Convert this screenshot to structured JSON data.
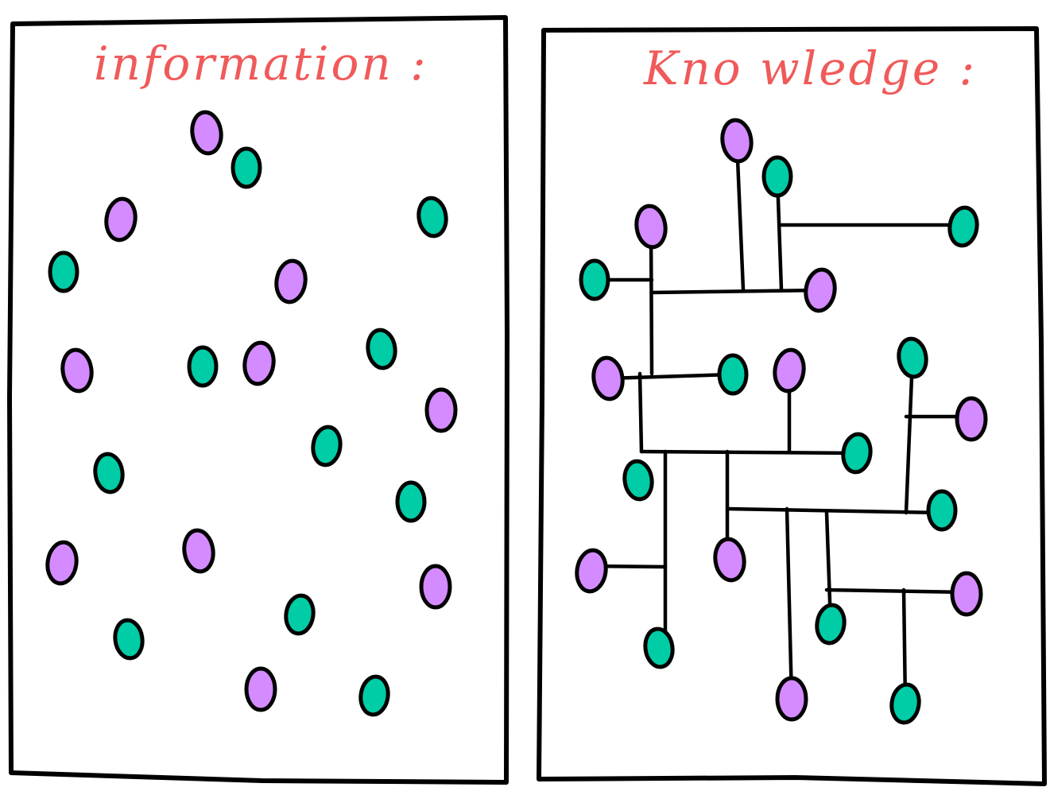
{
  "colors": {
    "title": "#f05a5a",
    "purple": "#d48bff",
    "teal": "#00cca6",
    "outline": "#000000"
  },
  "panels": [
    {
      "title": "information :",
      "dots": [
        {
          "c": "purple"
        },
        {
          "c": "teal"
        },
        {
          "c": "purple"
        },
        {
          "c": "teal"
        },
        {
          "c": "teal"
        },
        {
          "c": "purple"
        },
        {
          "c": "purple"
        },
        {
          "c": "teal"
        },
        {
          "c": "purple"
        },
        {
          "c": "teal"
        },
        {
          "c": "purple"
        },
        {
          "c": "teal"
        },
        {
          "c": "teal"
        },
        {
          "c": "teal"
        },
        {
          "c": "purple"
        },
        {
          "c": "purple"
        },
        {
          "c": "purple"
        },
        {
          "c": "teal"
        },
        {
          "c": "teal"
        },
        {
          "c": "purple"
        },
        {
          "c": "teal"
        }
      ]
    },
    {
      "title": "Kno wledge :",
      "dots": [
        {
          "c": "purple"
        },
        {
          "c": "teal"
        },
        {
          "c": "teal"
        },
        {
          "c": "purple"
        },
        {
          "c": "teal"
        },
        {
          "c": "purple"
        },
        {
          "c": "purple"
        },
        {
          "c": "teal"
        },
        {
          "c": "purple"
        },
        {
          "c": "teal"
        },
        {
          "c": "purple"
        },
        {
          "c": "teal"
        },
        {
          "c": "teal"
        },
        {
          "c": "teal"
        },
        {
          "c": "purple"
        },
        {
          "c": "purple"
        },
        {
          "c": "purple"
        },
        {
          "c": "teal"
        },
        {
          "c": "teal"
        },
        {
          "c": "purple"
        },
        {
          "c": "teal"
        }
      ]
    }
  ]
}
